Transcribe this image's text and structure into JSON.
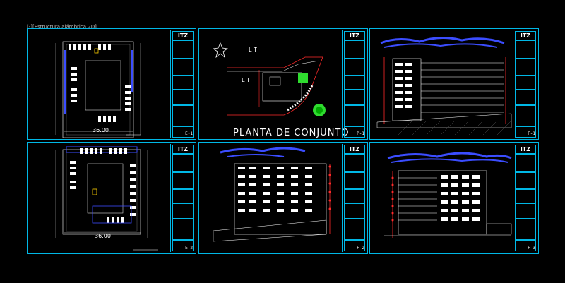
{
  "viewport_label": "[-][Estructura alámbrica 2D]",
  "titleblock_logo": "ITZ",
  "sheets": [
    {
      "id": "basement-plan-1",
      "dimension": "36.00",
      "sheet_no": "E-1"
    },
    {
      "id": "site-plan",
      "title": "PLANTA DE CONJUNTO",
      "sheet_no": "P-1",
      "road_label": "L T"
    },
    {
      "id": "elevation-1",
      "sheet_no": "F-1"
    },
    {
      "id": "basement-plan-2",
      "dimension": "36.00",
      "sheet_no": "E-2"
    },
    {
      "id": "elevation-2",
      "sheet_no": "F-2"
    },
    {
      "id": "elevation-3",
      "sheet_no": "F-3"
    }
  ],
  "colors": {
    "frame": "#00b8e6",
    "background": "#000000",
    "lines": "#ffffff",
    "accent_red": "#ff2a2a",
    "accent_green": "#2fdc2f",
    "accent_blue": "#3b4dff",
    "accent_yellow": "#ffd000"
  }
}
